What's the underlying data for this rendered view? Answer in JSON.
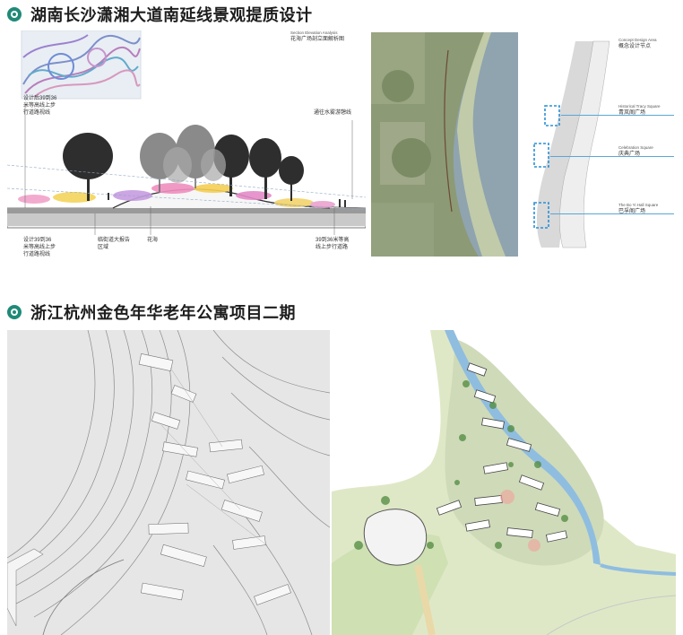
{
  "sections": [
    {
      "title": "湖南长沙潇湘大道南延线景观提质设计"
    },
    {
      "title": "浙江杭州金色年华老年公寓项目二期"
    }
  ],
  "section_diagram": {
    "heading_en": "Section Elevation Analysis",
    "heading_cn": "花海广场剖立面解析图",
    "labels": {
      "top_left": "设计后39到36\n米等高线上步\n行道路视线",
      "right": "通往水雾游憩线",
      "bottom_left": "设计39到36\n米等高线上步\n行道路视线",
      "bottom_mid1": "临街道大报告\n区域",
      "bottom_mid2": "花海",
      "bottom_right": "39到36米等高\n线上步行道路"
    }
  },
  "site_plan": {
    "heading_en": "Concept Design Area",
    "heading_cn": "概念设计节点",
    "nodes": [
      {
        "en": "Historical Tracy Square",
        "cn": "青岚阁广场"
      },
      {
        "en": "Celebration Square",
        "cn": "庆典广场"
      },
      {
        "en": "The Bo Yi Hall Square",
        "cn": "巴孚阁广场"
      }
    ]
  },
  "colors": {
    "accent": "#1f8a78",
    "water": "#8aa3b0",
    "highlight": "#2b8fd6"
  }
}
